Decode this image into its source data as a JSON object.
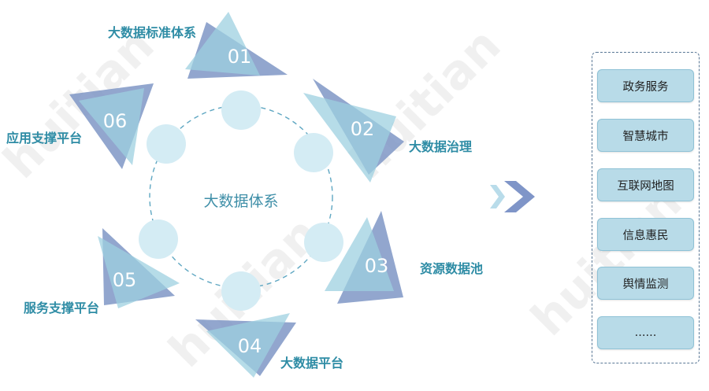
{
  "center": {
    "title": "大数据体系"
  },
  "segments": [
    {
      "num": "01",
      "label": "大数据标准体系"
    },
    {
      "num": "02",
      "label": "大数据治理"
    },
    {
      "num": "03",
      "label": "资源数据池"
    },
    {
      "num": "04",
      "label": "大数据平台"
    },
    {
      "num": "05",
      "label": "服务支撑平台"
    },
    {
      "num": "06",
      "label": "应用支撑平台"
    }
  ],
  "applications": [
    {
      "label": "政务服务"
    },
    {
      "label": "智慧城市"
    },
    {
      "label": "互联网地图"
    },
    {
      "label": "信息惠民"
    },
    {
      "label": "舆情监测"
    },
    {
      "label": "......"
    }
  ],
  "colors": {
    "triangle_light": "#9ed0e0",
    "triangle_dark": "#7f97c5",
    "node": "#d4ecf4",
    "dashed_ring": "#5fa7c2",
    "label": "#2e8ca5",
    "arrow_dark": "#7f95c8",
    "arrow_light": "#b9dcea",
    "panel_item": "#b8dbe8"
  },
  "icons": {
    "next": "chevron-double-right-icon"
  }
}
